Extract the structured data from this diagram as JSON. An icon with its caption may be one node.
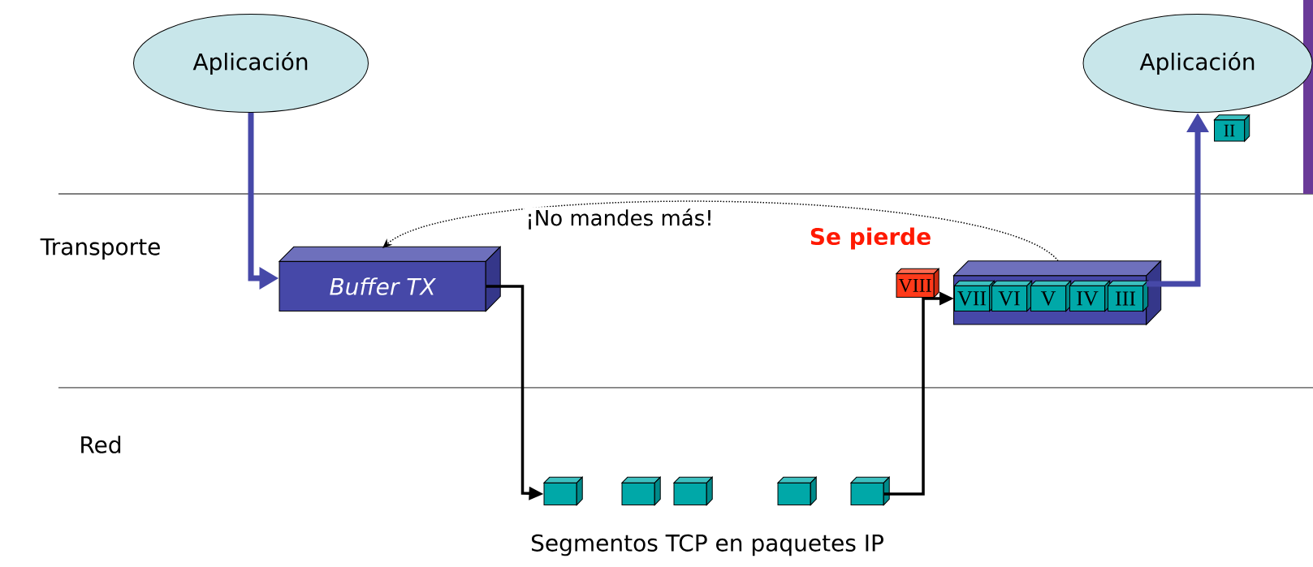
{
  "diagram": {
    "nodes": [
      {
        "text": [
          "Aplicación"
        ]
      },
      {
        "text": [
          "Aplicación"
        ]
      },
      {
        "text": [
          "Buffer TX"
        ]
      },
      {
        "text": [],
        "shape": "box"
      },
      {
        "text": [
          "VIII"
        ]
      },
      {
        "text": [
          "VII"
        ],
        "in": 3
      },
      {
        "text": [
          "VI"
        ],
        "in": 3
      },
      {
        "text": [
          "V"
        ],
        "in": 3
      },
      {
        "text": [
          "IV"
        ],
        "in": 3
      },
      {
        "text": [
          "III"
        ],
        "in": 3
      },
      {
        "text": [
          "II"
        ]
      },
      {
        "text": [],
        "shape": "box"
      },
      {
        "text": [],
        "shape": "box"
      },
      {
        "text": [],
        "shape": "box"
      },
      {
        "text": [],
        "shape": "box"
      },
      {
        "text": [],
        "shape": "box"
      }
    ],
    "edges": [
      {
        "from": 0,
        "to": 2,
        "arrow": "to",
        "style": "thick",
        "color": "#4648a8"
      },
      {
        "from": 2,
        "to": 11,
        "arrow": "to"
      },
      {
        "from": 15,
        "to": 5,
        "arrow": "to"
      },
      {
        "from": 3,
        "to": 1,
        "arrow": "to",
        "style": "thick",
        "color": "#4648a8"
      },
      {
        "from": 3,
        "to": 2,
        "arrow": "to",
        "style": "dashed",
        "label": "¡No mandes más!"
      }
    ],
    "labels": [
      "Transporte",
      "Se pierde",
      "Red",
      "Segmentos TCP en paquetes IP"
    ]
  }
}
